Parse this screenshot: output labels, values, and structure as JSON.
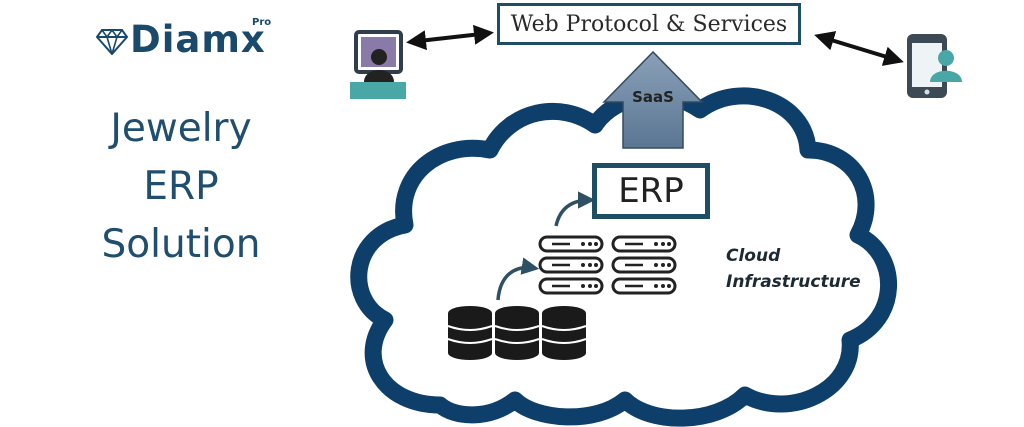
{
  "brand": {
    "name": "Diamx",
    "superscript": "Pro",
    "color": "#1a4a6b"
  },
  "tagline": {
    "lines": [
      "Jewelry",
      "ERP",
      "Solution"
    ],
    "color": "#1f4e6e"
  },
  "diagram": {
    "web_protocol_label": "Web Protocol & Services",
    "saas_label": "SaaS",
    "erp_label": "ERP",
    "cloud_label_line1": "Cloud",
    "cloud_label_line2": "Infrastructure",
    "cloud_outline_color": "#0e3f6a",
    "arrow_fill_color": "#6e88a5",
    "icons": [
      "desktop-user-icon",
      "mobile-user-icon",
      "server-icon",
      "database-icon"
    ]
  }
}
